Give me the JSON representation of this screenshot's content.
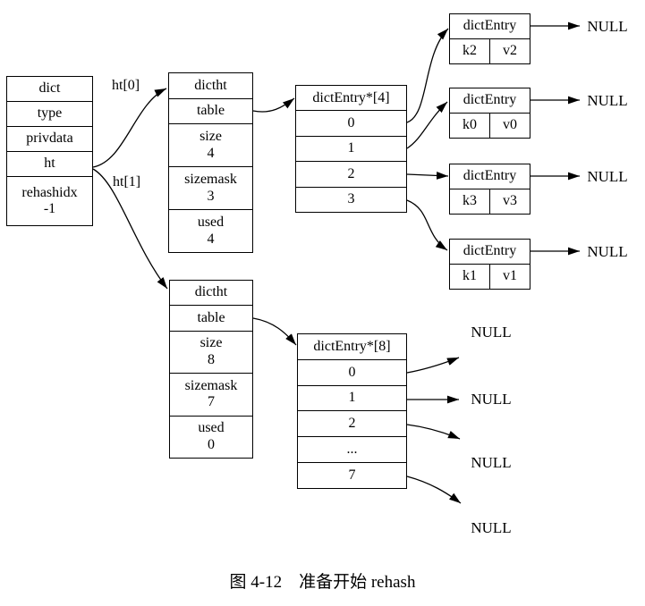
{
  "colors": {
    "stroke": "#000000",
    "background": "#ffffff"
  },
  "caption": "图 4-12　准备开始 rehash",
  "pointers": {
    "ht0": "ht[0]",
    "ht1": "ht[1]"
  },
  "dict": {
    "rows": [
      {
        "label": "dict"
      },
      {
        "label": "type"
      },
      {
        "label": "privdata"
      },
      {
        "label": "ht"
      },
      {
        "label": "rehashidx",
        "value": "-1"
      }
    ]
  },
  "ht0": {
    "rows": [
      {
        "label": "dictht"
      },
      {
        "label": "table"
      },
      {
        "label": "size",
        "value": "4"
      },
      {
        "label": "sizemask",
        "value": "3"
      },
      {
        "label": "used",
        "value": "4"
      }
    ]
  },
  "ht1": {
    "rows": [
      {
        "label": "dictht"
      },
      {
        "label": "table"
      },
      {
        "label": "size",
        "value": "8"
      },
      {
        "label": "sizemask",
        "value": "7"
      },
      {
        "label": "used",
        "value": "0"
      }
    ]
  },
  "bucket4": {
    "header": "dictEntry*[4]",
    "slots": [
      "0",
      "1",
      "2",
      "3"
    ]
  },
  "bucket8": {
    "header": "dictEntry*[8]",
    "slots": [
      "0",
      "1",
      "2",
      "...",
      "7"
    ]
  },
  "entries": [
    {
      "header": "dictEntry",
      "key": "k2",
      "value": "v2",
      "next": "NULL"
    },
    {
      "header": "dictEntry",
      "key": "k0",
      "value": "v0",
      "next": "NULL"
    },
    {
      "header": "dictEntry",
      "key": "k3",
      "value": "v3",
      "next": "NULL"
    },
    {
      "header": "dictEntry",
      "key": "k1",
      "value": "v1",
      "next": "NULL"
    }
  ],
  "empty_slot_nulls": [
    "NULL",
    "NULL",
    "NULL",
    "NULL"
  ]
}
